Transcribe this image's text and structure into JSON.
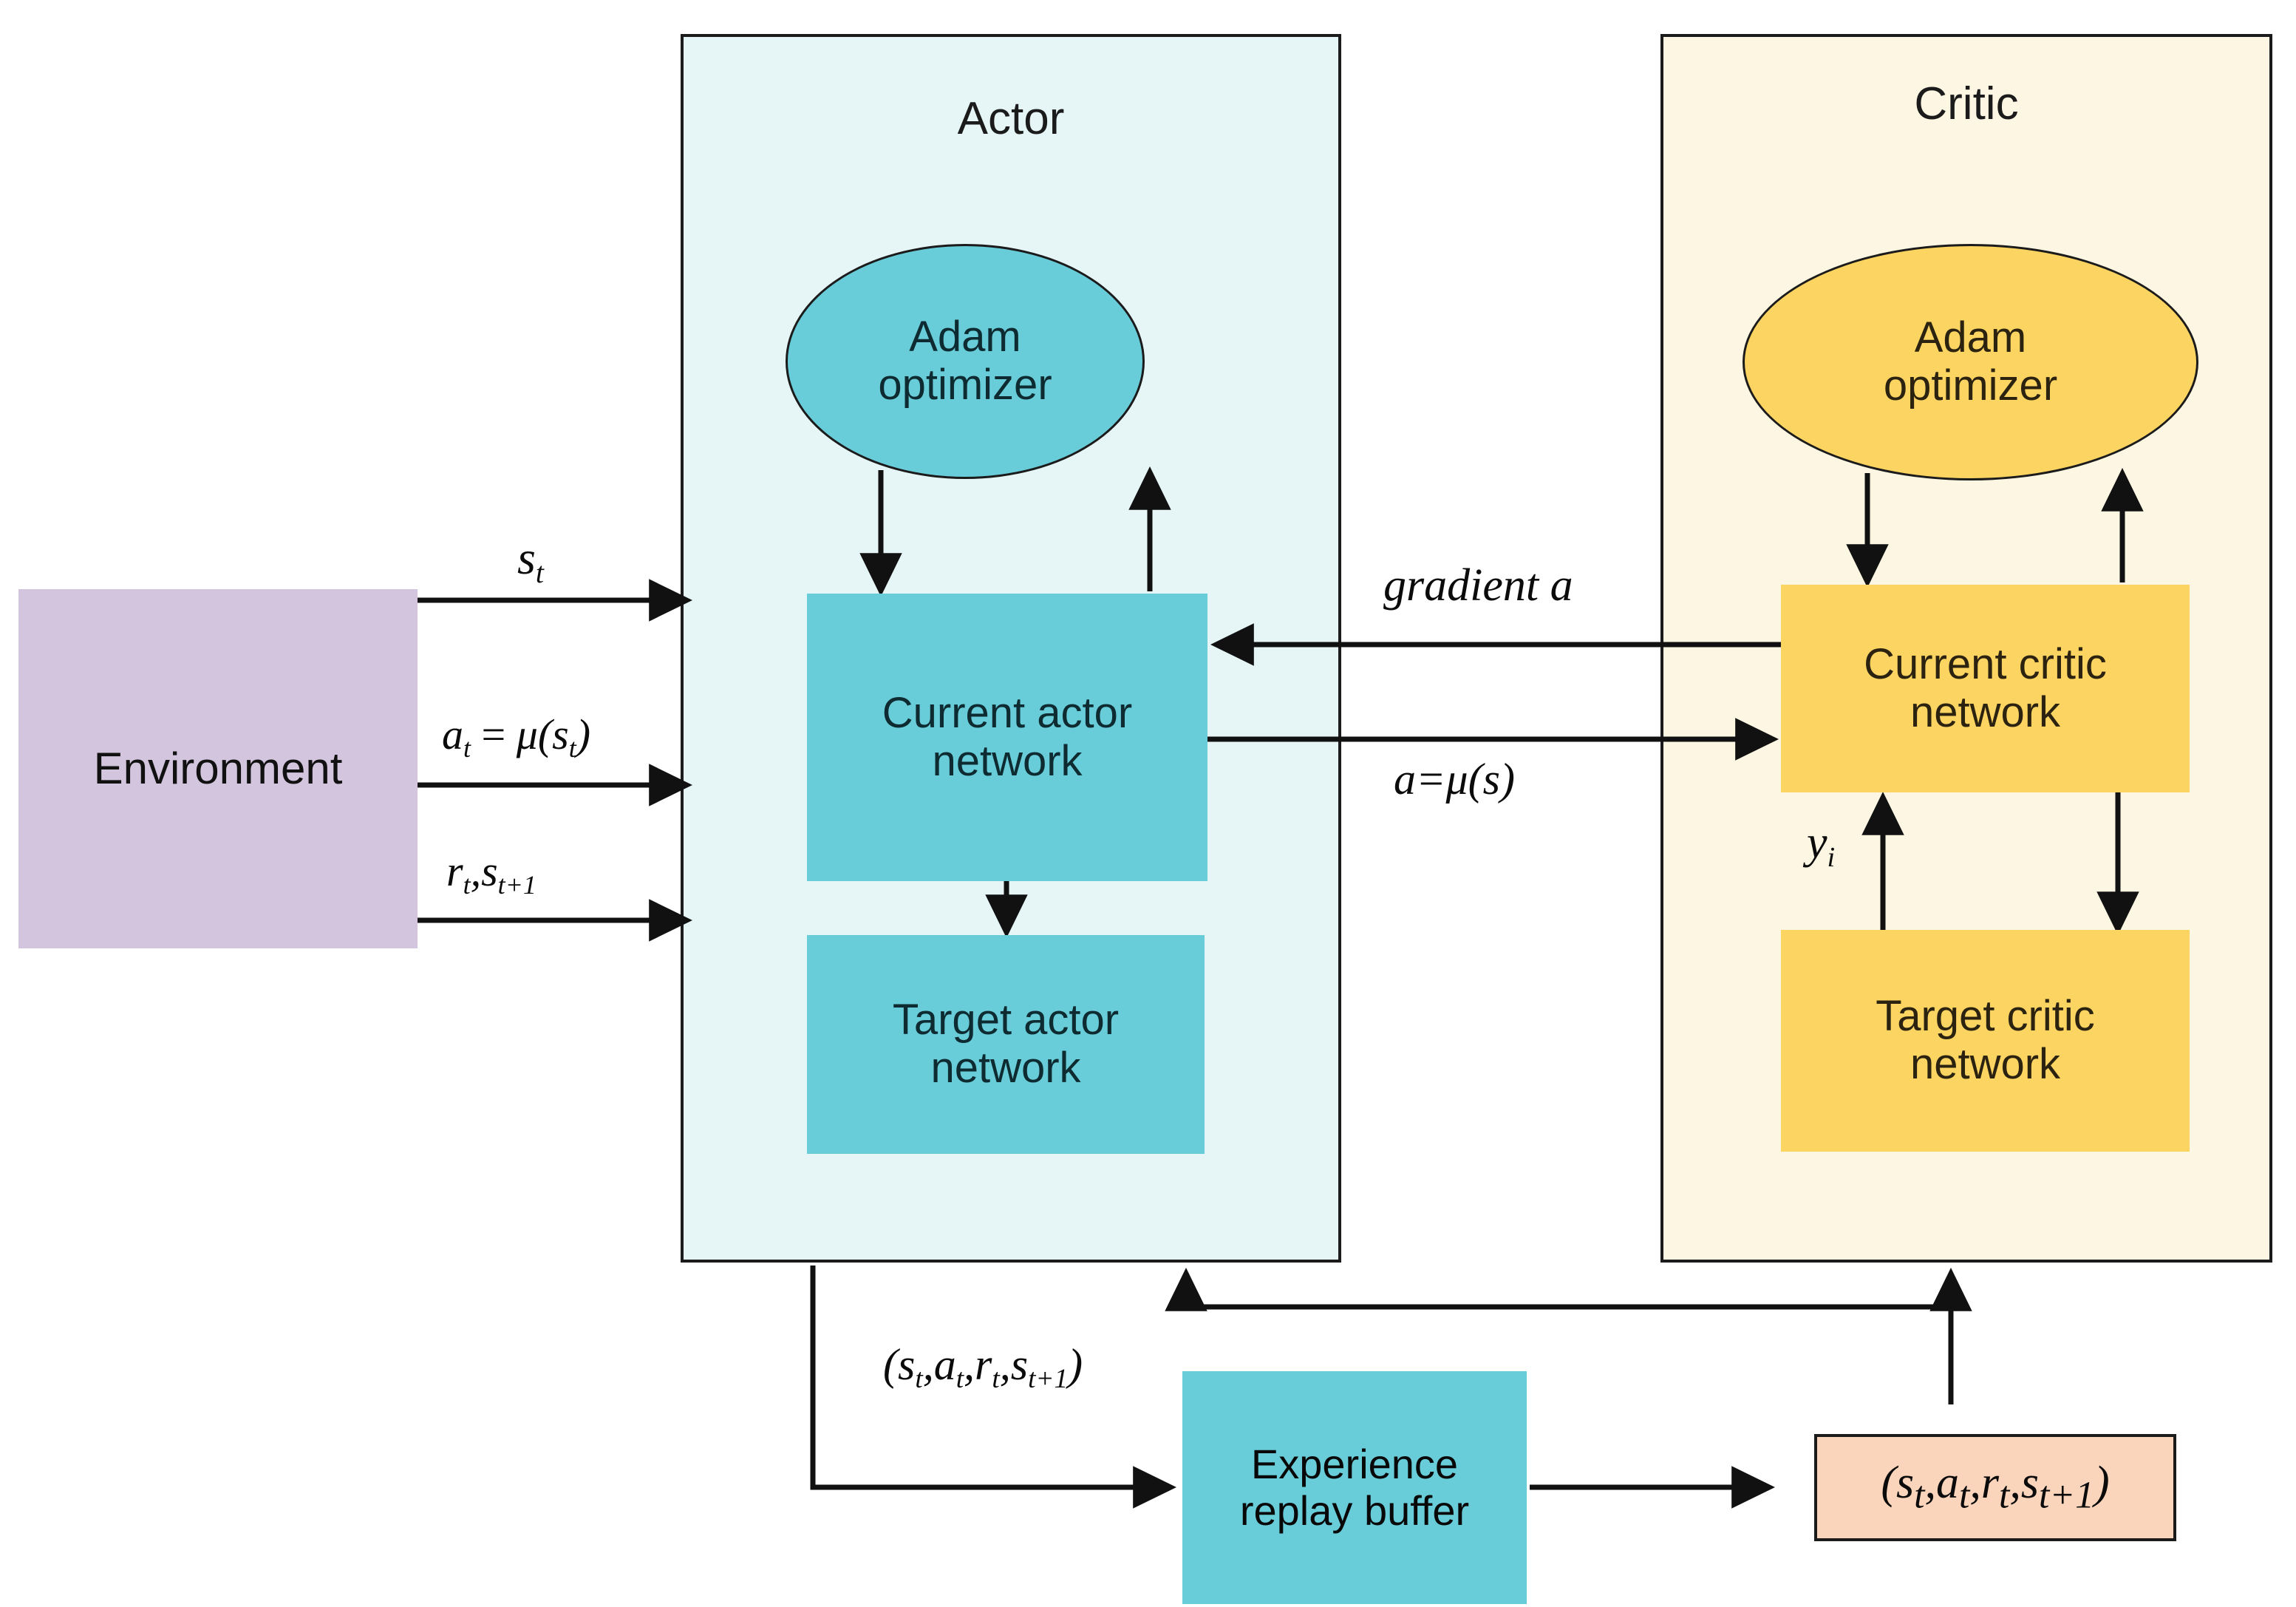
{
  "diagram": {
    "title_actor": "Actor",
    "title_critic": "Critic"
  },
  "colors": {
    "actor_panel_bg": "#e6f6f7",
    "critic_panel_bg": "#fdf6e3",
    "actor_node": "#69cdd9",
    "critic_node": "#fcd462",
    "environment": "#d4c5de",
    "tuple_box": "#fad5bb",
    "outline": "#1b1b1b",
    "arrow": "#111111"
  },
  "nodes": {
    "environment": "Environment",
    "actor_adam_line1": "Adam",
    "actor_adam_line2": "optimizer",
    "critic_adam_line1": "Adam",
    "critic_adam_line2": "optimizer",
    "current_actor_line1": "Current actor",
    "current_actor_line2": "network",
    "target_actor_line1": "Target actor",
    "target_actor_line2": "network",
    "current_critic_line1": "Current critic",
    "current_critic_line2": "network",
    "target_critic_line1": "Target critic",
    "target_critic_line2": "network",
    "replay_buffer_line1": "Experience",
    "replay_buffer_line2": "replay buffer"
  },
  "edge_labels": {
    "state": {
      "base": "s",
      "sub": "t"
    },
    "action": {
      "prefix": "a",
      "prefix_sub": "t",
      "eq": " = ",
      "mu": "μ(",
      "arg": "s",
      "arg_sub": "t",
      "close": ")"
    },
    "reward_next": {
      "r": "r",
      "r_sub": "t",
      "comma": ",",
      "s": "s",
      "s_sub": "t+1"
    },
    "gradient": "gradient  a",
    "policy": {
      "a": "a",
      "eq": "=",
      "mu": "μ",
      "open": "(",
      "s": "s",
      "close": ")"
    },
    "target_value": {
      "base": "y",
      "sub": "i"
    },
    "transition_tuple": {
      "open": "(",
      "s": "s",
      "s_sub": "t",
      "c1": ",",
      "a": "a",
      "a_sub": "t",
      "c2": ",",
      "r": "r",
      "r_sub": "t",
      "c3": ",",
      "sn": "s",
      "sn_sub": "t+1",
      "close": ")"
    },
    "sample_tuple": {
      "open": "(",
      "s": "s",
      "s_sub": "t",
      "c1": ",",
      "a": "a",
      "a_sub": "t",
      "c2": ",",
      "r": "r",
      "r_sub": "t",
      "c3": ",",
      "sn": "s",
      "sn_sub": "t+1",
      "close": ")"
    }
  }
}
